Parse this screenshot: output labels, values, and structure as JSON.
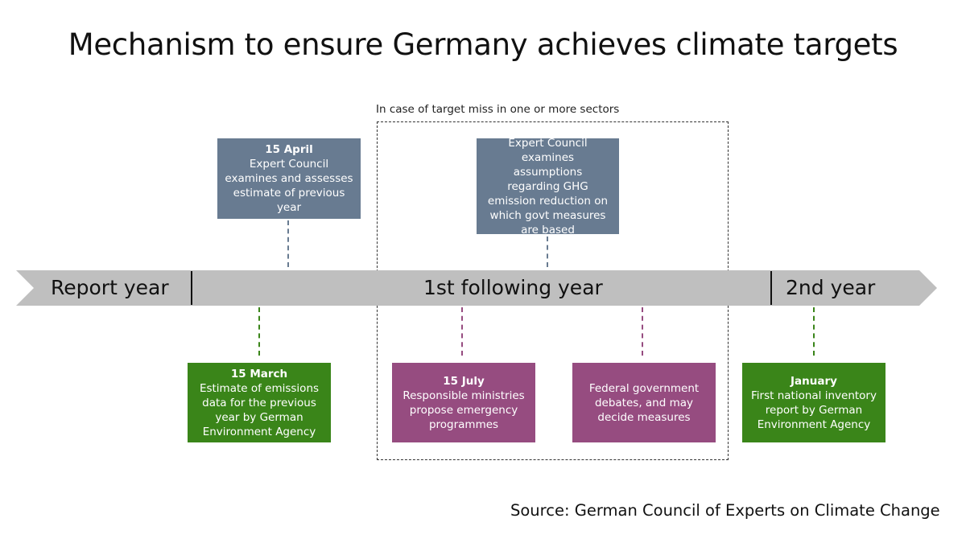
{
  "title": "Mechanism to ensure Germany achieves climate targets",
  "scenario": {
    "label": "In case of target miss in one or more sectors"
  },
  "timeline": {
    "periods": [
      {
        "label": "Report year"
      },
      {
        "label": "1st following year"
      },
      {
        "label": "2nd year"
      }
    ],
    "bar_color": "#bfbfbf"
  },
  "events_above": [
    {
      "date": "15 April",
      "text": "Expert Council examines and assesses estimate of previous year",
      "color": "#687b91"
    },
    {
      "date": "",
      "text": "Expert Council examines assumptions regarding GHG emission reduction on which govt measures are based",
      "color": "#687b91"
    }
  ],
  "events_below": [
    {
      "date": "15 March",
      "text": "Estimate of emissions data for the previous year by German Environment Agency",
      "color": "#3a8519"
    },
    {
      "date": "15 July",
      "text": "Responsible ministries propose emergency programmes",
      "color": "#964c80"
    },
    {
      "date": "",
      "text": "Federal government debates, and may decide measures",
      "color": "#964c80"
    },
    {
      "date": "January",
      "text": "First national inventory report by German Environment Agency",
      "color": "#3a8519"
    }
  ],
  "source": "Source: German Council of Experts on Climate Change"
}
